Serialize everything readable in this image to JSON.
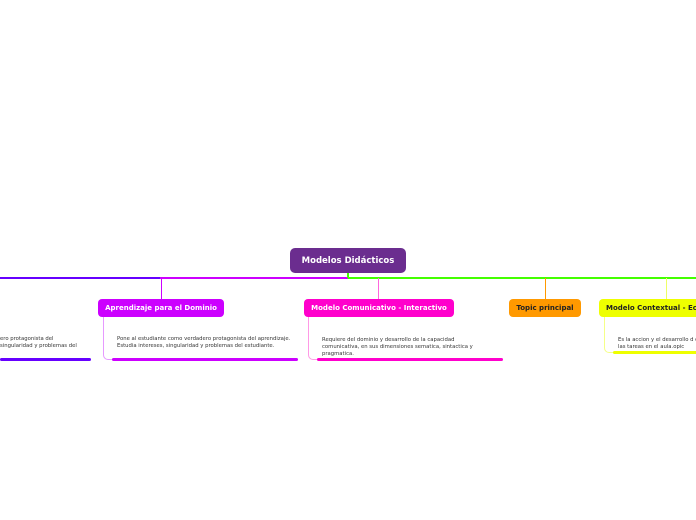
{
  "root": {
    "label": "Modelos Didácticos",
    "color": "#6b2d8f"
  },
  "branches": [
    {
      "label": "",
      "description": "ero protagonista del\nsingularidad y problemas del",
      "color": "#6600ff"
    },
    {
      "label": "Aprendizaje para el Dominio",
      "description": "Pone al estudiante como verdadero protagonista del aprendizaje. Estudia intereses, singularidad y problemas del estudiante.",
      "color": "#cc00ff"
    },
    {
      "label": "Modelo Comunicativo - Interactivo",
      "description": "Requiere del dominio y desarrollo de la capacidad comunicativa, en sus dimensiones sematica, sintactica y pragmatica.",
      "color": "#ff00cc"
    },
    {
      "label": "Topic principal",
      "description": "",
      "color": "#ff9900"
    },
    {
      "label": "Modelo Contextual - Ec",
      "description": "Es la accion y el desarrollo d de las tareas en el aula.opic",
      "color": "#eeff00"
    }
  ],
  "connector_right_color": "#44ff00"
}
